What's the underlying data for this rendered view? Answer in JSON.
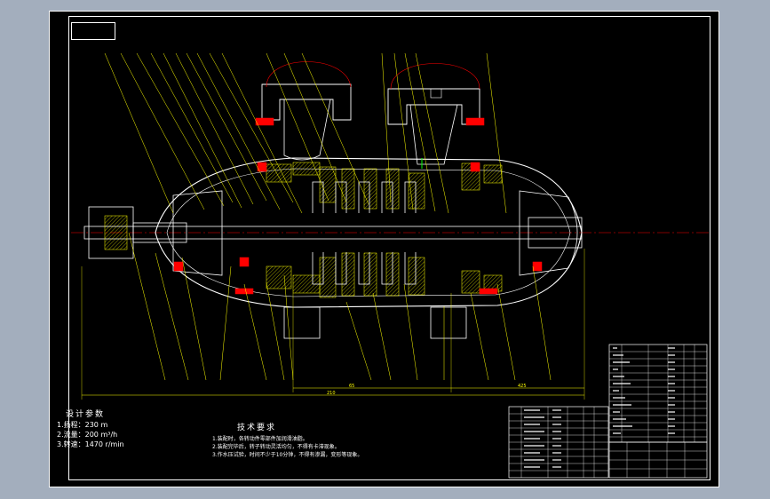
{
  "design_params": {
    "title": "设计参数",
    "items": [
      "1.扬程：230 m",
      "2.流量：200 m³/h",
      "3.转速：1470 r/min"
    ]
  },
  "tech_requirements": {
    "title": "技术要求",
    "items": [
      "1.装配时，各转动件零部件加润滑油脂。",
      "2.装配完毕后，转子转动灵活均匀，不得有卡滞现象。",
      "3.作水压试验，时间不少于10分钟，不得有渗漏，变形等现象。"
    ]
  },
  "dimensions": {
    "overall": "210",
    "left": "65",
    "right": "425"
  },
  "colors": {
    "background": "#a3aebd",
    "sheet": "#000000",
    "outline": "#ffffff",
    "leader": "#ffff00",
    "hatch": "#ffff00",
    "part": "#ff0000",
    "casing": "#ffffff",
    "centerline": "#ff0000",
    "green": "#00ff00"
  }
}
